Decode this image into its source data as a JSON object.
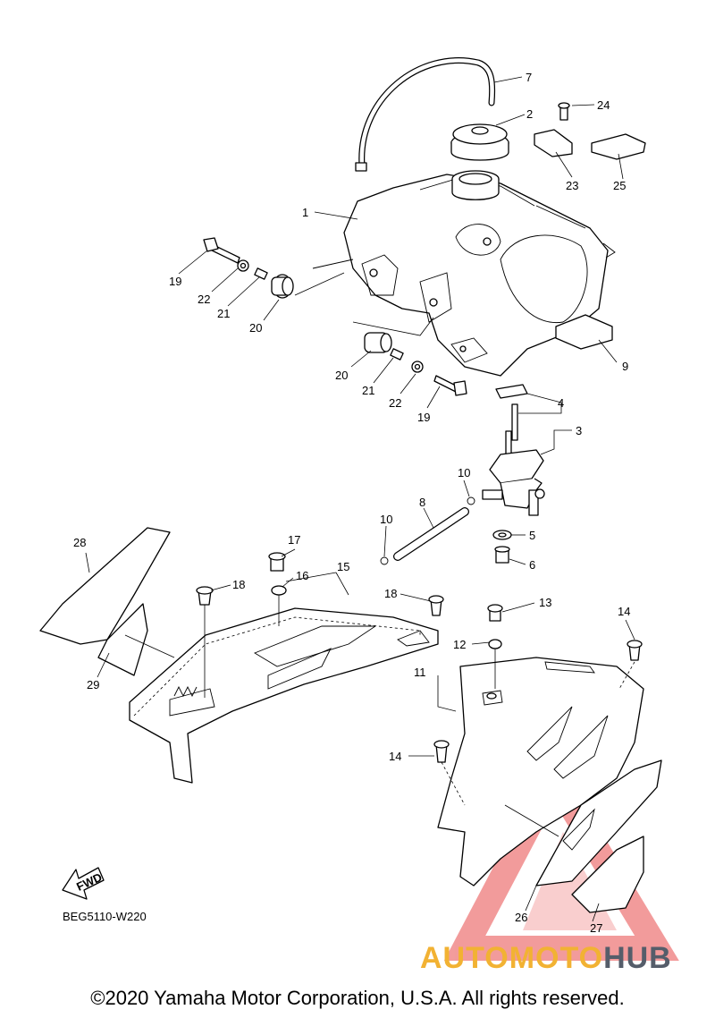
{
  "diagram_code": "BEG5110-W220",
  "copyright": "©2020 Yamaha Motor Corporation, U.S.A. All rights reserved.",
  "fwd_label": "FWD",
  "watermark": {
    "part1": "AUTOMOTO",
    "part2": "HUB",
    "color1": "#f2b233",
    "color2": "#555d6a",
    "logo_color": "#e94b4b"
  },
  "callouts": [
    "1",
    "2",
    "3",
    "4",
    "5",
    "6",
    "7",
    "8",
    "9",
    "10",
    "10",
    "11",
    "12",
    "13",
    "14",
    "14",
    "15",
    "16",
    "17",
    "18",
    "18",
    "19",
    "19",
    "20",
    "20",
    "21",
    "21",
    "22",
    "22",
    "23",
    "24",
    "25",
    "26",
    "27",
    "28",
    "29"
  ]
}
